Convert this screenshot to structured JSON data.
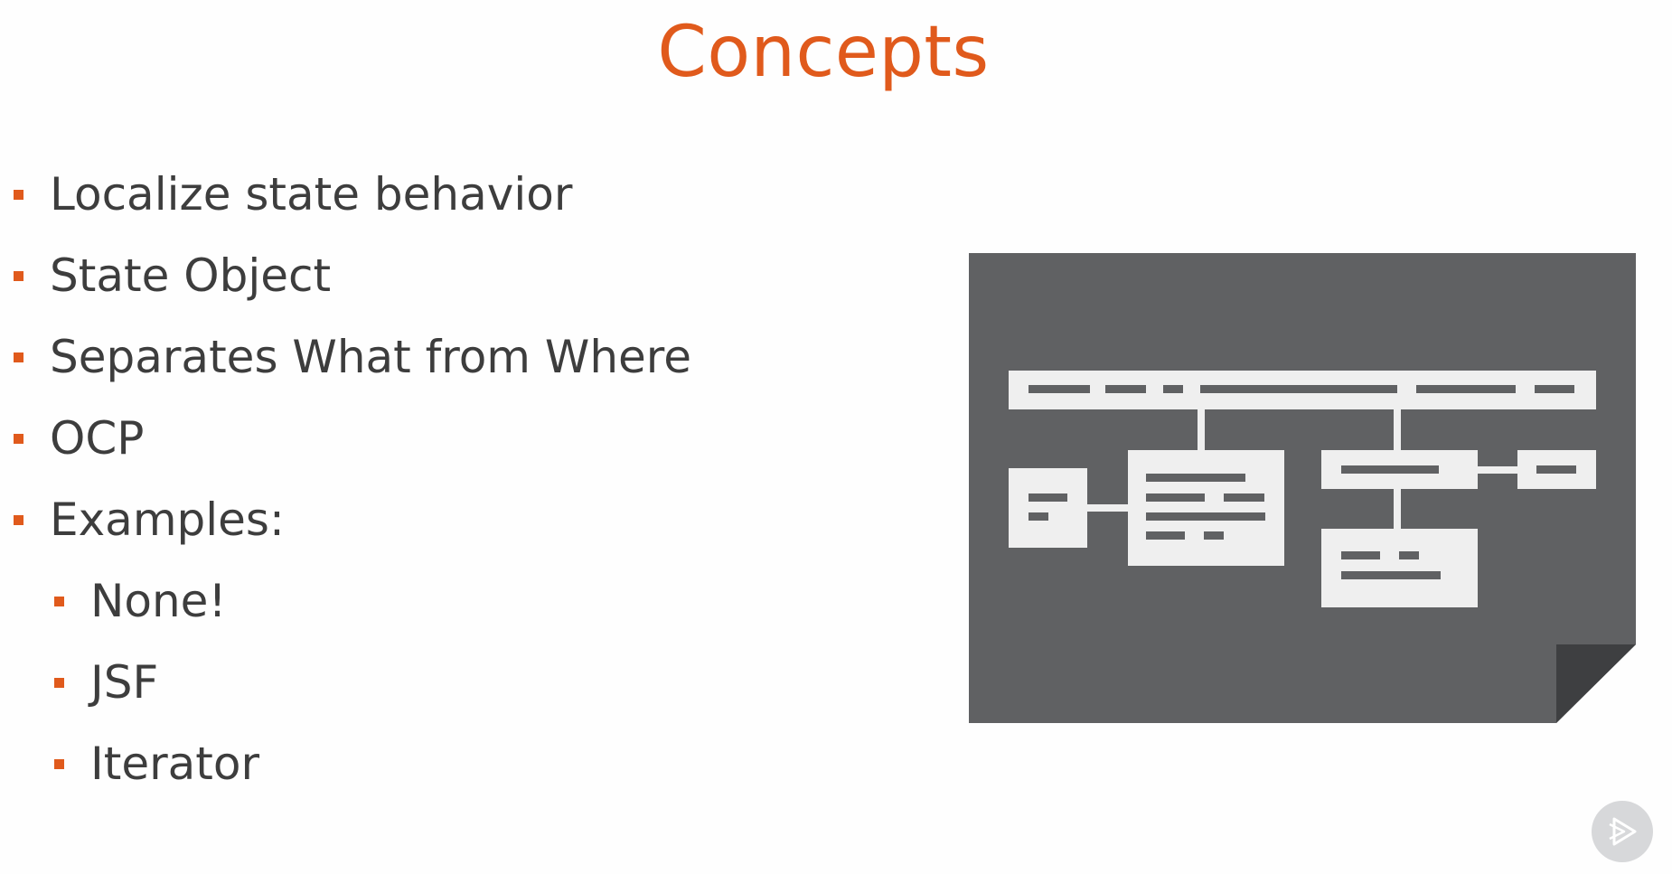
{
  "slide": {
    "title": "Concepts",
    "accent_color": "#e05a1c",
    "bullets": [
      {
        "text": "Localize state behavior",
        "level": 1
      },
      {
        "text": "State Object",
        "level": 1
      },
      {
        "text": "Separates What from Where",
        "level": 1
      },
      {
        "text": "OCP",
        "level": 1
      },
      {
        "text": "Examples:",
        "level": 1
      },
      {
        "text": "None!",
        "level": 2
      },
      {
        "text": "JSF",
        "level": 2
      },
      {
        "text": "Iterator",
        "level": 2
      }
    ]
  },
  "illustration": {
    "icon": "diagram-document-icon",
    "colors": {
      "paper": "#606163",
      "fold": "#3e3f41",
      "boxes": "#efefef"
    }
  },
  "player": {
    "icon": "play-icon"
  }
}
